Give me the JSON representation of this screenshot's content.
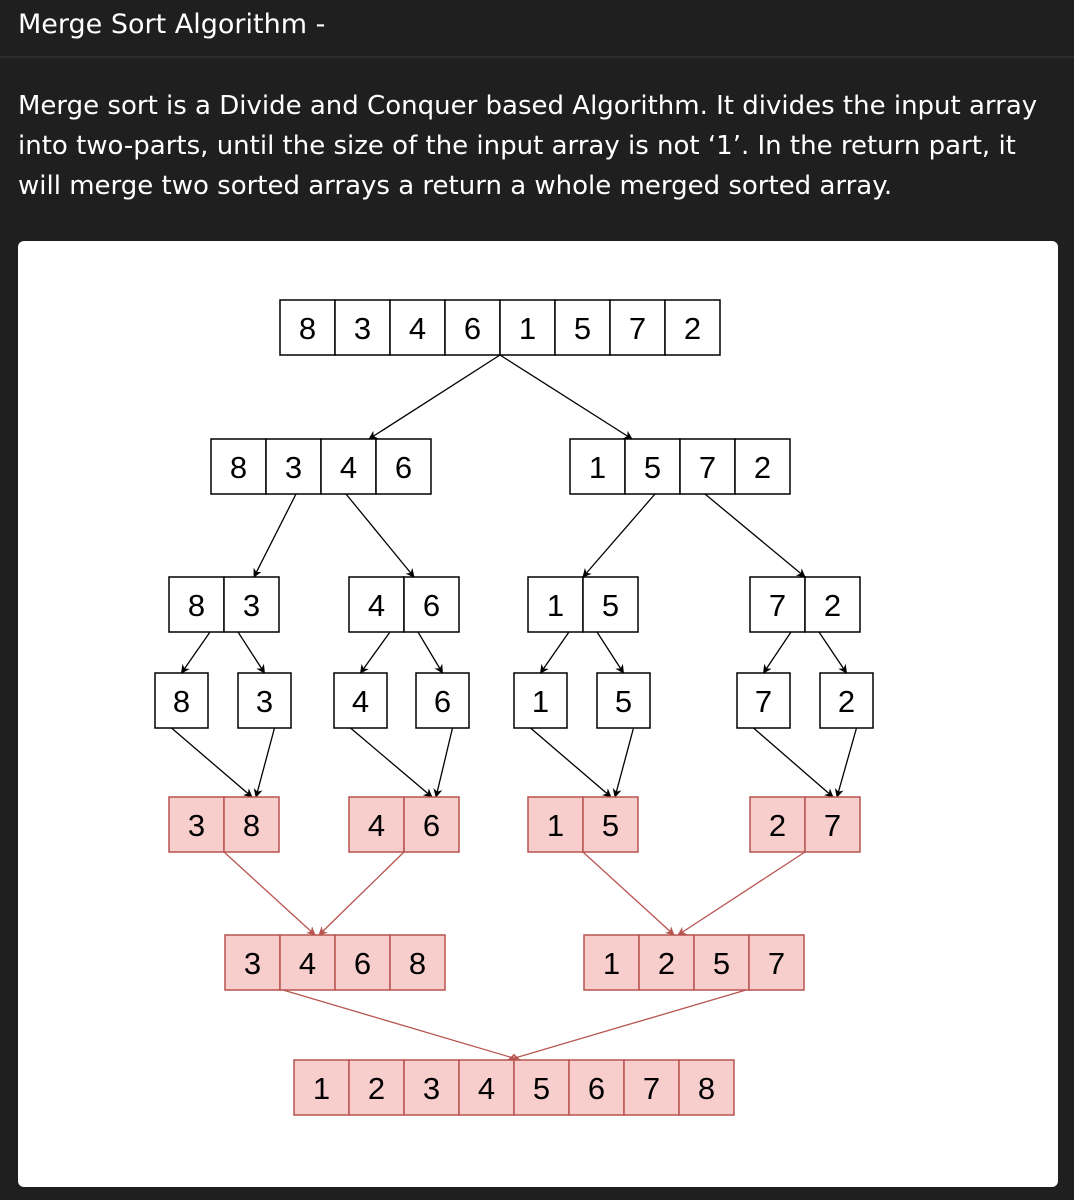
{
  "header": {
    "title": "Merge Sort Algorithm -",
    "description": "Merge sort is a Divide and Conquer based Algorithm. It divides the input array into two-parts, until the size of the input array is not ‘1’. In the return part, it will merge two sorted arrays a return a whole merged sorted array."
  },
  "diagram": {
    "colors": {
      "split_fill": "#ffffff",
      "split_stroke": "#000000",
      "merge_fill": "#f8cecc",
      "merge_stroke": "#b85450"
    },
    "nodes": [
      {
        "id": "root",
        "kind": "split",
        "values": [
          "8",
          "3",
          "4",
          "6",
          "1",
          "5",
          "7",
          "2"
        ]
      },
      {
        "id": "L",
        "kind": "split",
        "values": [
          "8",
          "3",
          "4",
          "6"
        ]
      },
      {
        "id": "R",
        "kind": "split",
        "values": [
          "1",
          "5",
          "7",
          "2"
        ]
      },
      {
        "id": "LL",
        "kind": "split",
        "values": [
          "8",
          "3"
        ]
      },
      {
        "id": "LR",
        "kind": "split",
        "values": [
          "4",
          "6"
        ]
      },
      {
        "id": "RL",
        "kind": "split",
        "values": [
          "1",
          "5"
        ]
      },
      {
        "id": "RR",
        "kind": "split",
        "values": [
          "7",
          "2"
        ]
      },
      {
        "id": "s8",
        "kind": "split",
        "values": [
          "8"
        ]
      },
      {
        "id": "s3",
        "kind": "split",
        "values": [
          "3"
        ]
      },
      {
        "id": "s4",
        "kind": "split",
        "values": [
          "4"
        ]
      },
      {
        "id": "s6",
        "kind": "split",
        "values": [
          "6"
        ]
      },
      {
        "id": "s1",
        "kind": "split",
        "values": [
          "1"
        ]
      },
      {
        "id": "s5",
        "kind": "split",
        "values": [
          "5"
        ]
      },
      {
        "id": "s7",
        "kind": "split",
        "values": [
          "7"
        ]
      },
      {
        "id": "s2",
        "kind": "split",
        "values": [
          "2"
        ]
      },
      {
        "id": "mLL",
        "kind": "merge",
        "values": [
          "3",
          "8"
        ]
      },
      {
        "id": "mLR",
        "kind": "merge",
        "values": [
          "4",
          "6"
        ]
      },
      {
        "id": "mRL",
        "kind": "merge",
        "values": [
          "1",
          "5"
        ]
      },
      {
        "id": "mRR",
        "kind": "merge",
        "values": [
          "2",
          "7"
        ]
      },
      {
        "id": "mL",
        "kind": "merge",
        "values": [
          "3",
          "4",
          "6",
          "8"
        ]
      },
      {
        "id": "mR",
        "kind": "merge",
        "values": [
          "1",
          "2",
          "5",
          "7"
        ]
      },
      {
        "id": "final",
        "kind": "merge",
        "values": [
          "1",
          "2",
          "3",
          "4",
          "5",
          "6",
          "7",
          "8"
        ]
      }
    ],
    "edges": [
      {
        "from": "root",
        "to": "L",
        "kind": "split"
      },
      {
        "from": "root",
        "to": "R",
        "kind": "split"
      },
      {
        "from": "L",
        "to": "LL",
        "kind": "split"
      },
      {
        "from": "L",
        "to": "LR",
        "kind": "split"
      },
      {
        "from": "R",
        "to": "RL",
        "kind": "split"
      },
      {
        "from": "R",
        "to": "RR",
        "kind": "split"
      },
      {
        "from": "LL",
        "to": "s8",
        "kind": "split"
      },
      {
        "from": "LL",
        "to": "s3",
        "kind": "split"
      },
      {
        "from": "LR",
        "to": "s4",
        "kind": "split"
      },
      {
        "from": "LR",
        "to": "s6",
        "kind": "split"
      },
      {
        "from": "RL",
        "to": "s1",
        "kind": "split"
      },
      {
        "from": "RL",
        "to": "s5",
        "kind": "split"
      },
      {
        "from": "RR",
        "to": "s7",
        "kind": "split"
      },
      {
        "from": "RR",
        "to": "s2",
        "kind": "split"
      },
      {
        "from": "s8",
        "to": "mLL",
        "kind": "split"
      },
      {
        "from": "s3",
        "to": "mLL",
        "kind": "split"
      },
      {
        "from": "s4",
        "to": "mLR",
        "kind": "split"
      },
      {
        "from": "s6",
        "to": "mLR",
        "kind": "split"
      },
      {
        "from": "s1",
        "to": "mRL",
        "kind": "split"
      },
      {
        "from": "s5",
        "to": "mRL",
        "kind": "split"
      },
      {
        "from": "s7",
        "to": "mRR",
        "kind": "split"
      },
      {
        "from": "s2",
        "to": "mRR",
        "kind": "split"
      },
      {
        "from": "mLL",
        "to": "mL",
        "kind": "merge"
      },
      {
        "from": "mLR",
        "to": "mL",
        "kind": "merge"
      },
      {
        "from": "mRL",
        "to": "mR",
        "kind": "merge"
      },
      {
        "from": "mRR",
        "to": "mR",
        "kind": "merge"
      },
      {
        "from": "mL",
        "to": "final",
        "kind": "merge"
      },
      {
        "from": "mR",
        "to": "final",
        "kind": "merge"
      }
    ]
  }
}
